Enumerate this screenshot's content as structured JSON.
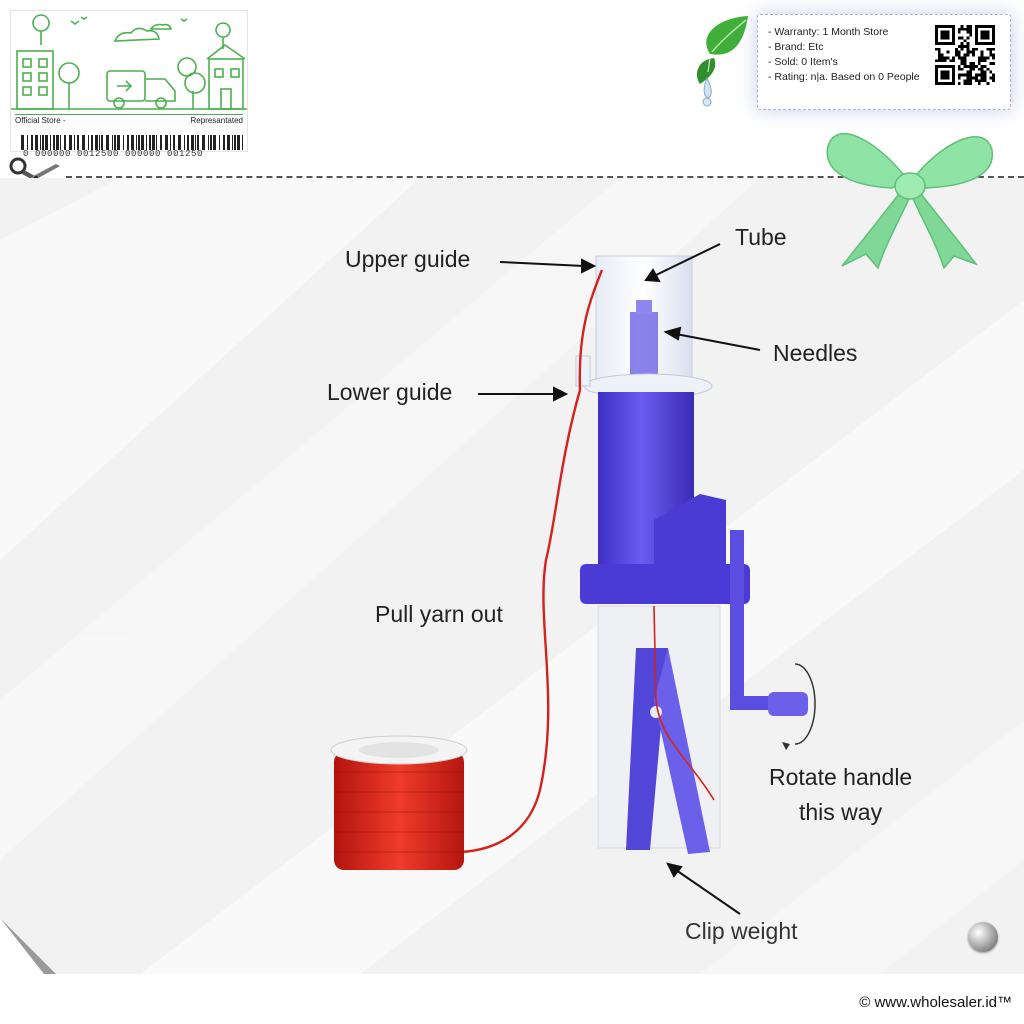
{
  "store_card": {
    "left_text": "Official Store -",
    "right_text": "Represantated",
    "barcode_number": "0 000000 0012500 000000 001250"
  },
  "product_info": {
    "items": [
      "- Warranty: 1 Month Store",
      "- Brand: Etc",
      "- Sold: 0 Item's",
      "- Rating: n|a. Based on 0 People"
    ]
  },
  "callouts": {
    "upper_guide": "Upper guide",
    "tube": "Tube",
    "needles": "Needles",
    "lower_guide": "Lower guide",
    "pull_yarn": "Pull yarn out",
    "rotate_line1": "Rotate handle",
    "rotate_line2": "this way",
    "clip_weight": "Clip weight"
  },
  "footer": {
    "copyright": "© www.wholesaler.id™"
  },
  "colors": {
    "device_purple": "#4b3bd6",
    "yarn_red": "#d4231c",
    "store_green": "#4caf50",
    "bow_green": "#8fe3a5"
  },
  "icons": [
    "scissors-icon",
    "leaf-droplet-icon",
    "bow-icon",
    "qr-code-icon",
    "barcode-icon",
    "page-curl-icon",
    "screw-icon"
  ]
}
